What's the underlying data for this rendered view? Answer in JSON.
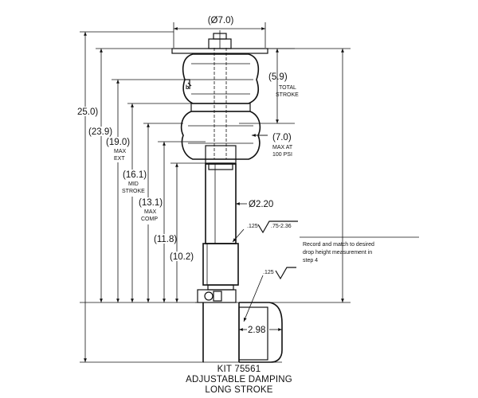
{
  "dimensions": {
    "top_diameter": "(Ø7.0)",
    "overall": "25.0)",
    "d239": "(23.9)",
    "d190": "(19.0)",
    "max_ext": [
      "MAX",
      "EXT"
    ],
    "d161": "(16.1)",
    "mid_stroke": [
      "MID",
      "STROKE"
    ],
    "d131": "(13.1)",
    "max_comp": [
      "MAX",
      "COMP"
    ],
    "d118": "(11.8)",
    "d102": "(10.2)",
    "total_stroke_value": "(5.9)",
    "total_stroke": [
      "TOTAL",
      "STROKE"
    ],
    "bag_diameter": "(7.0)",
    "max_at_psi": [
      "MAX AT",
      "100 PSI"
    ],
    "shaft_diameter": "Ø2.20",
    "mount_offset": "2.98"
  },
  "surface_finish": {
    "upper_value": ".125",
    "upper_range": ".75-2.36",
    "lower_value": ".125"
  },
  "note": [
    "Record and match to desired",
    "drop height measurement in",
    "step 4"
  ],
  "caption": {
    "kit": "KIT 75561",
    "line2": "ADJUSTABLE DAMPING",
    "line3": "LONG STROKE"
  }
}
